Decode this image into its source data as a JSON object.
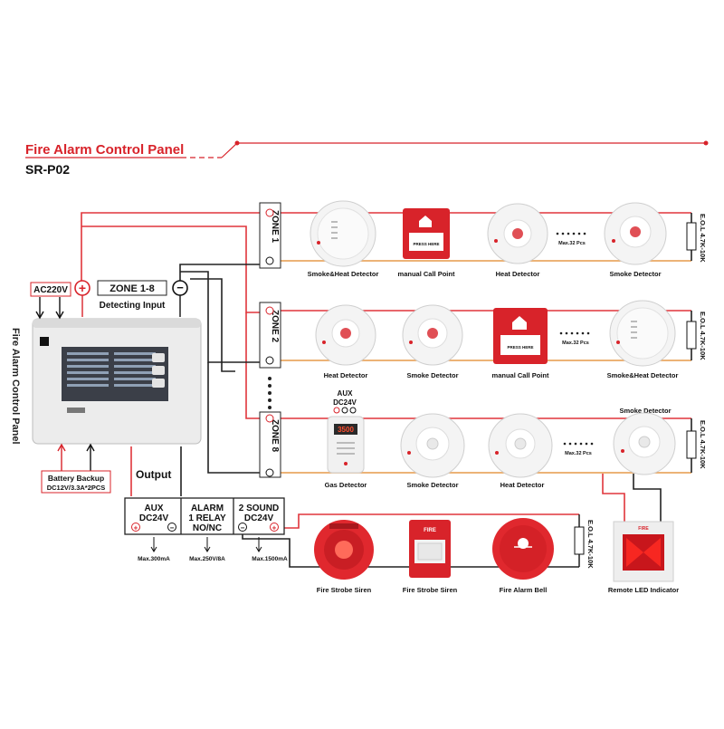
{
  "header": {
    "title": "Fire Alarm Control Panel",
    "model": "SR-P02"
  },
  "panel": {
    "vertical_label": "Fire Alarm Control Panel",
    "power_label": "AC220V",
    "zone_range_label": "ZONE 1-8",
    "detecting_input_label": "Detecting Input",
    "battery_title": "Battery Backup",
    "battery_spec": "DC12V/3.3A*2PCS",
    "output_label": "Output",
    "plus_symbol": "+",
    "minus_symbol": "−"
  },
  "zones": [
    {
      "label": "ZONE 1",
      "eol": "E.O.L 4.7K-10K"
    },
    {
      "label": "ZONE 2",
      "eol": "E.O.L 4.7K-10K"
    },
    {
      "label": "ZONE 8",
      "eol": "E.O.L 4.7K-10K"
    }
  ],
  "devices": {
    "zone1": [
      "Smoke&Heat Detector",
      "manual Call Point",
      "Heat Detector",
      "Smoke Detector"
    ],
    "zone2": [
      "Heat Detector",
      "Smoke Detector",
      "manual Call Point",
      "Smoke&Heat Detector"
    ],
    "zone8": [
      "Gas Detector",
      "Smoke Detector",
      "Heat Detector",
      "Smoke Detector"
    ]
  },
  "max_pcs": "Max.32 Pcs",
  "call_point_text": "PRESS HERE",
  "gas_detector": {
    "aux_title": "AUX",
    "aux_voltage": "DC24V",
    "display_value": "3500"
  },
  "outputs": [
    {
      "title": "AUX",
      "voltage": "DC24V",
      "max": "Max.300mA"
    },
    {
      "title": "ALARM",
      "sub": "1 RELAY",
      "contacts": "NO/NC",
      "max": "Max.250V/8A"
    },
    {
      "title": "2 SOUND",
      "voltage": "DC24V",
      "max": "Max.1500mA"
    }
  ],
  "sounders": [
    "Fire Strobe Siren",
    "Fire Strobe Siren",
    "Fire Alarm Bell",
    "Remote LED Indicator"
  ],
  "sounder_eol": "E.O.L 4.7K-10K",
  "strobe_text": "FIRE",
  "remote_led_text": "FIRE",
  "colors": {
    "brand_red": "#d8232a",
    "wire_red": "#e0353b",
    "wire_black": "#222222",
    "panel_grey": "#eeeeee"
  }
}
